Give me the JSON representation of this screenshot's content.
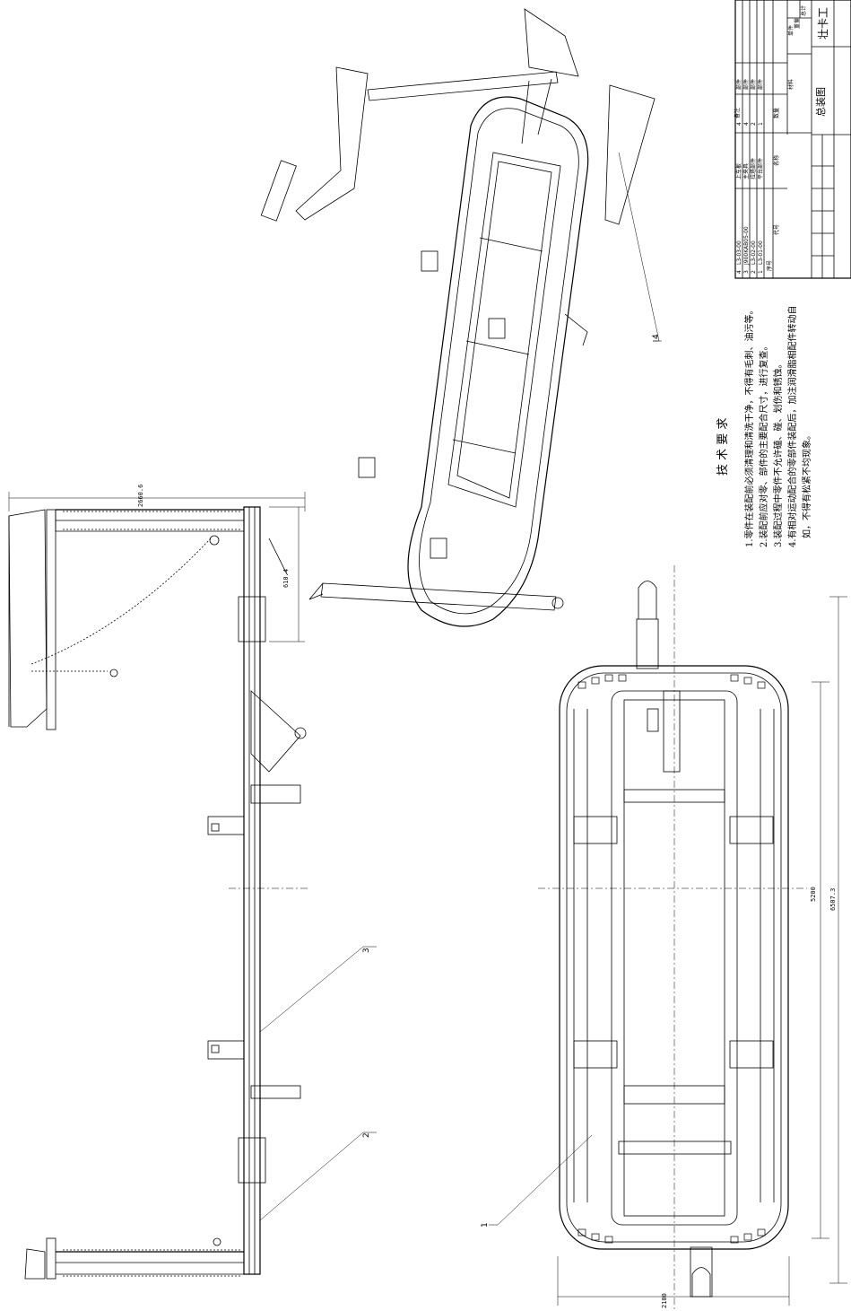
{
  "title_block": {
    "company": "壮卡工",
    "drawing_name": "总装图",
    "headers": {
      "index": "序号",
      "code": "代号",
      "name": "名称",
      "qty": "数量",
      "material": "材料",
      "unit_weight": "单件",
      "total_weight": "总计",
      "weight": "重量",
      "remark": "备注"
    },
    "parts": [
      {
        "index": "4",
        "code": "L3-03-00",
        "name": "上车板",
        "qty": "4",
        "remark": "部件"
      },
      {
        "index": "3",
        "code": "J900KAB05-00",
        "name": "主夹具",
        "qty": "4",
        "remark": "部件"
      },
      {
        "index": "2",
        "code": "L3-02-00",
        "name": "拉塔部件",
        "qty": "2",
        "remark": "部件"
      },
      {
        "index": "1",
        "code": "L3-01-00",
        "name": "平台部件",
        "qty": "1",
        "remark": "部件"
      }
    ]
  },
  "technical_requirements": {
    "heading": "技 术 要 求",
    "items": [
      "1.零件在装配前必须清理和清洗干净，不得有毛刺、油污等。",
      "2.装配前应对零、部件的主要配合尺寸，进行复查。",
      "3.装配过程中零件不允许磕、碰、划伤和锈蚀。",
      "4.有相对运动配合的零部件装配后，加注润滑脂相配件转动自",
      "如，不得有松紧不均现象。"
    ]
  },
  "dimensions": {
    "side_height": "2660.6",
    "lift_height": "610.4",
    "length_inner": "5200",
    "length_total": "6507.3",
    "width": "2100"
  },
  "balloons": [
    "1",
    "2",
    "3",
    "4"
  ],
  "colors": {
    "line": "#000000",
    "paper": "#ffffff",
    "hatch": "#555555"
  }
}
